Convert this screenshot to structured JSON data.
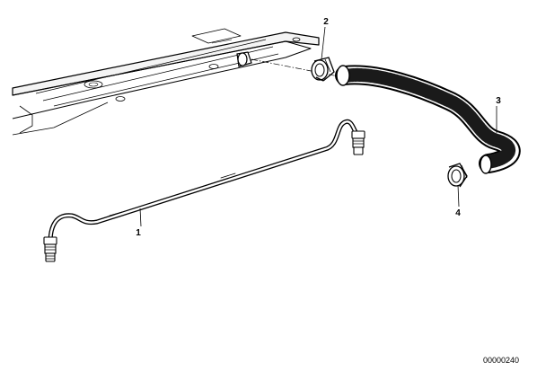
{
  "parts": [
    {
      "number": "1"
    },
    {
      "number": "2"
    },
    {
      "number": "3"
    },
    {
      "number": "4"
    }
  ],
  "diagram_number": "00000240"
}
